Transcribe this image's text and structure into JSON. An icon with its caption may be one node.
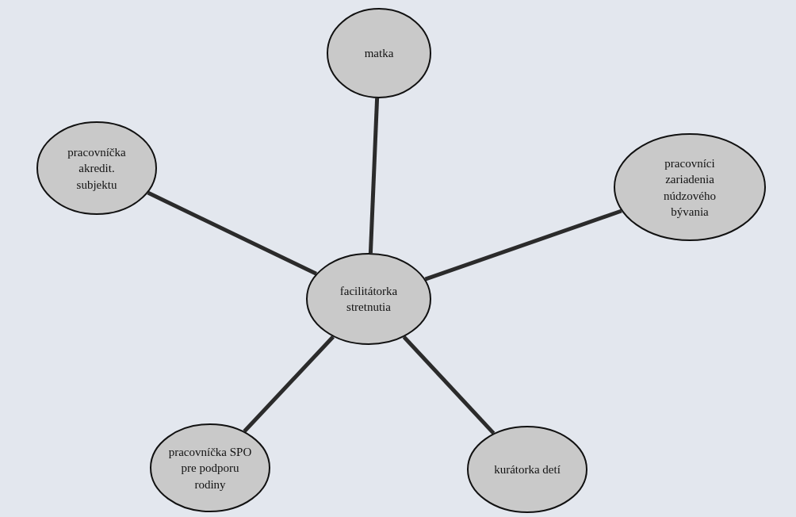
{
  "diagram": {
    "nodes": [
      {
        "text": [
          "matka"
        ]
      },
      {
        "text": [
          "pracovníčka akredit. subjektu"
        ]
      },
      {
        "text": [
          "pracovníci zariadenia núdzového bývania"
        ]
      },
      {
        "text": [
          "facilitátorka stretnutia"
        ]
      },
      {
        "text": [
          "pracovníčka SPO pre podporu rodiny"
        ]
      },
      {
        "text": [
          "kurátorka detí"
        ]
      }
    ],
    "edges": [
      {
        "from": 3,
        "to": 0,
        "arrow": "none"
      },
      {
        "from": 3,
        "to": 1,
        "arrow": "none"
      },
      {
        "from": 3,
        "to": 2,
        "arrow": "none"
      },
      {
        "from": 3,
        "to": 4,
        "arrow": "none"
      },
      {
        "from": 3,
        "to": 5,
        "arrow": "none"
      }
    ]
  }
}
